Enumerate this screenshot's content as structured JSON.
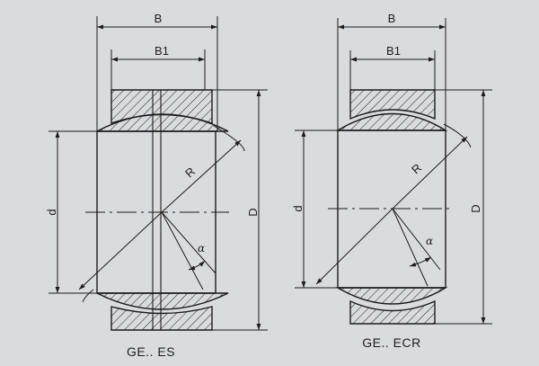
{
  "colors": {
    "background": "#d9dcdd",
    "ink": "#1c1c1c"
  },
  "left": {
    "caption": "GE.. ES",
    "dim_B": "B",
    "dim_B1": "B1",
    "dim_d": "d",
    "dim_D": "D",
    "dim_R": "R",
    "dim_alpha": "α"
  },
  "right": {
    "caption": "GE.. ECR",
    "dim_B": "B",
    "dim_B1": "B1",
    "dim_d": "d",
    "dim_D": "D",
    "dim_R": "R",
    "dim_alpha": "α"
  }
}
